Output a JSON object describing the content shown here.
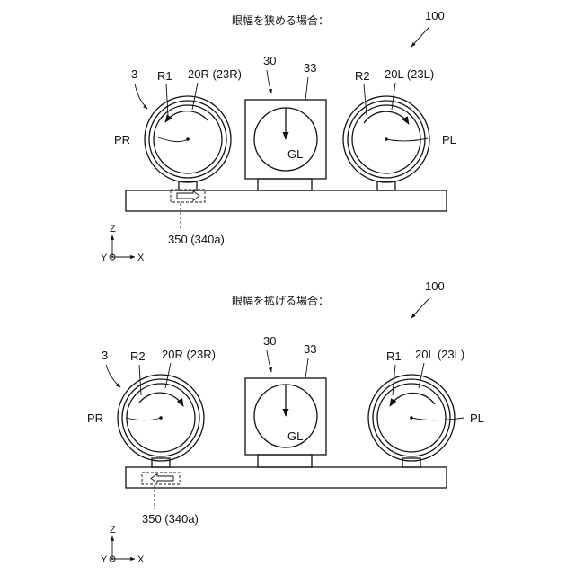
{
  "top": {
    "caption": "眼幅を狭める場合：",
    "ref_100": "100",
    "ref_3": "3",
    "ref_30": "30",
    "ref_33": "33",
    "r_left": "R1",
    "r_right": "R2",
    "lens_right_label": "20R (23R)",
    "lens_left_label": "20L (23L)",
    "pr": "PR",
    "pl": "PL",
    "gl": "GL",
    "actuator": "350 (340a)"
  },
  "bottom": {
    "caption": "眼幅を拡げる場合：",
    "ref_100": "100",
    "ref_3": "3",
    "ref_30": "30",
    "ref_33": "33",
    "r_left": "R2",
    "r_right": "R1",
    "lens_right_label": "20R (23R)",
    "lens_left_label": "20L (23L)",
    "pr": "PR",
    "pl": "PL",
    "gl": "GL",
    "actuator": "350 (340a)"
  },
  "axes": {
    "z": "Z",
    "y": "Y",
    "x": "X"
  }
}
